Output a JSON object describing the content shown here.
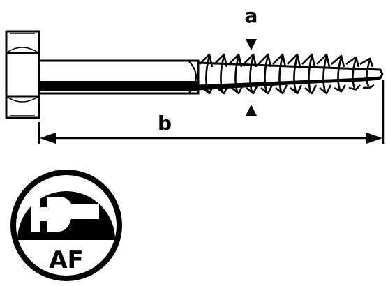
{
  "labels": {
    "thread_diameter": "a",
    "length": "b"
  },
  "badge": {
    "text": "AF",
    "icon": "wrench-icon"
  },
  "colors": {
    "line": "#000000",
    "background": "#ffffff"
  }
}
